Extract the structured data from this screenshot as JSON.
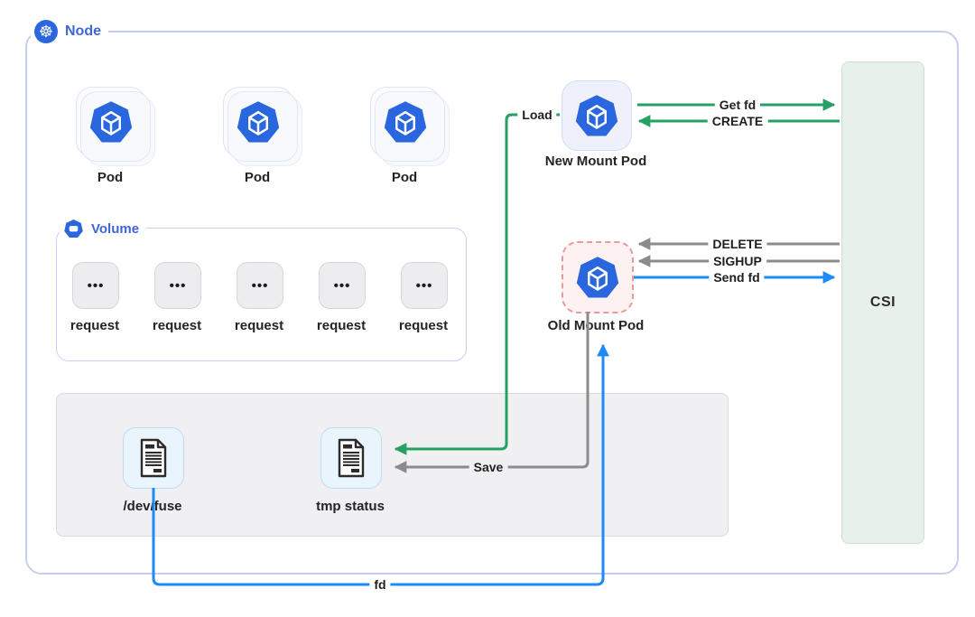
{
  "node": {
    "label": "Node"
  },
  "pods": [
    {
      "label": "Pod"
    },
    {
      "label": "Pod"
    },
    {
      "label": "Pod"
    }
  ],
  "volume": {
    "label": "Volume",
    "requests": [
      {
        "dots": "•••",
        "label": "request"
      },
      {
        "dots": "•••",
        "label": "request"
      },
      {
        "dots": "•••",
        "label": "request"
      },
      {
        "dots": "•••",
        "label": "request"
      },
      {
        "dots": "•••",
        "label": "request"
      }
    ]
  },
  "mount_pods": {
    "new": {
      "label": "New Mount Pod"
    },
    "old": {
      "label": "Old Mount Pod"
    }
  },
  "host": {
    "files": [
      {
        "label": "/dev/fuse"
      },
      {
        "label": "tmp status"
      }
    ]
  },
  "csi": {
    "label": "CSI"
  },
  "arrows": {
    "load": {
      "label": "Load"
    },
    "get_fd": {
      "label": "Get fd"
    },
    "create": {
      "label": "CREATE"
    },
    "delete": {
      "label": "DELETE"
    },
    "sighup": {
      "label": "SIGHUP"
    },
    "send_fd": {
      "label": "Send fd"
    },
    "save": {
      "label": "Save"
    },
    "fd": {
      "label": "fd"
    }
  },
  "colors": {
    "arrow_green": "#27a163",
    "arrow_gray": "#8b8b8b",
    "arrow_blue": "#1e8af5",
    "node_border": "#c7cdee",
    "volume_border": "#c9cdf2",
    "label_blue": "#3e66d8",
    "k8s_blue": "#2a66dd",
    "csi_bg": "#e8f1e9",
    "old_pod_border": "#e79c9c"
  }
}
